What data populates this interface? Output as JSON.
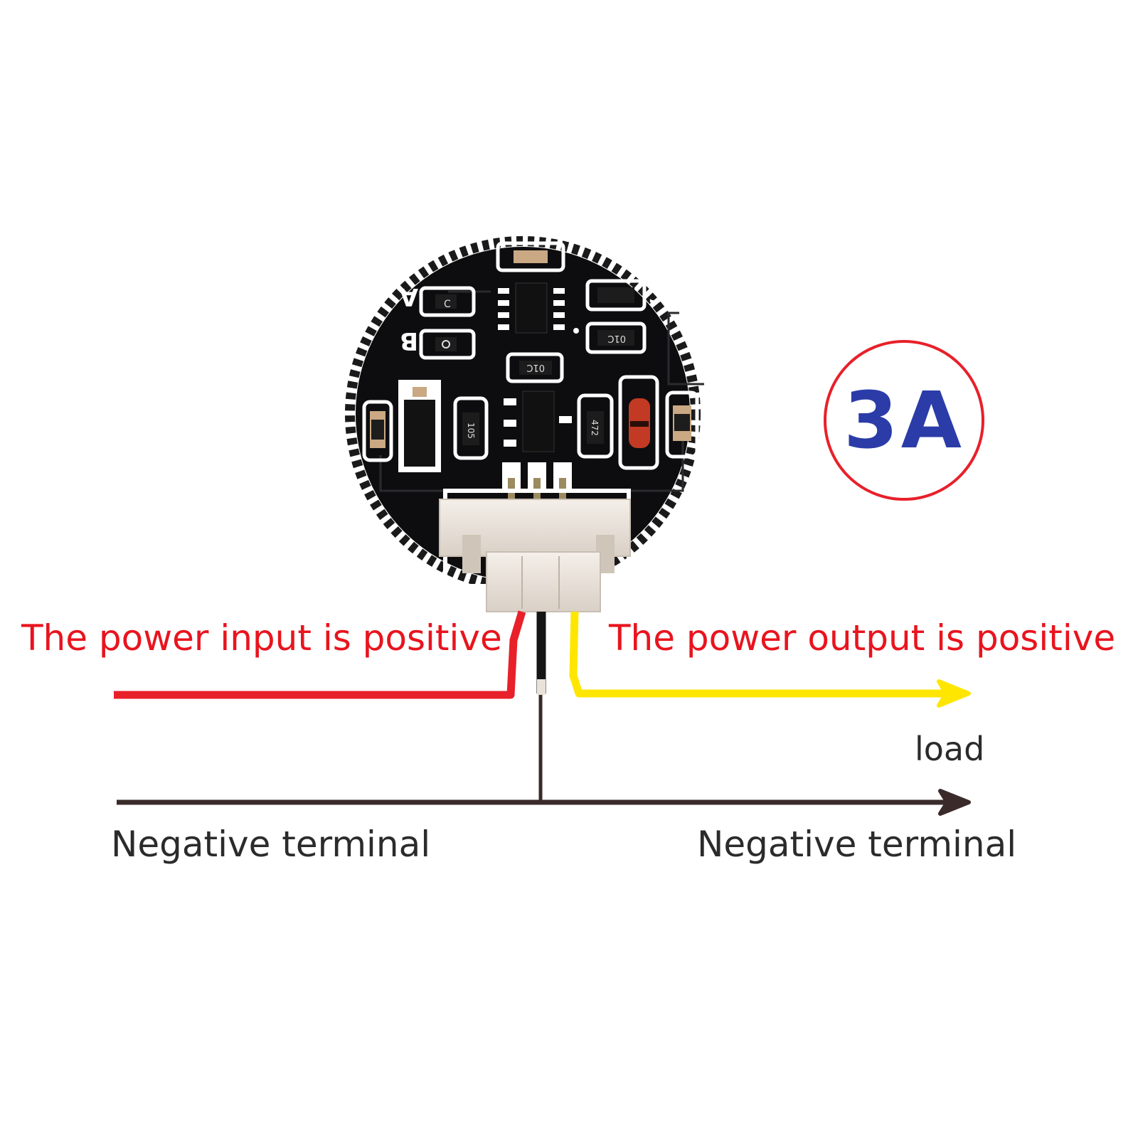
{
  "labels": {
    "input_positive": "The power input is positive",
    "output_positive": "The power output is positive",
    "load": "load",
    "negative_left": "Negative terminal",
    "negative_right": "Negative terminal"
  },
  "rating": "3A",
  "board": {
    "silkscreen_a": "A",
    "silkscreen_b": "B",
    "silkscreen_c": "C",
    "part_code_1": "01C",
    "part_code_2": "01C",
    "part_code_3": "01C",
    "part_code_4": "105",
    "part_code_5": "472"
  },
  "colors": {
    "input_wire": "#e8202a",
    "output_wire": "#ffe600",
    "ground_wire": "#3a2a2a",
    "label_red": "#e8141e",
    "rating_blue": "#2b3ca8",
    "pcb": "#0d0d0f"
  }
}
